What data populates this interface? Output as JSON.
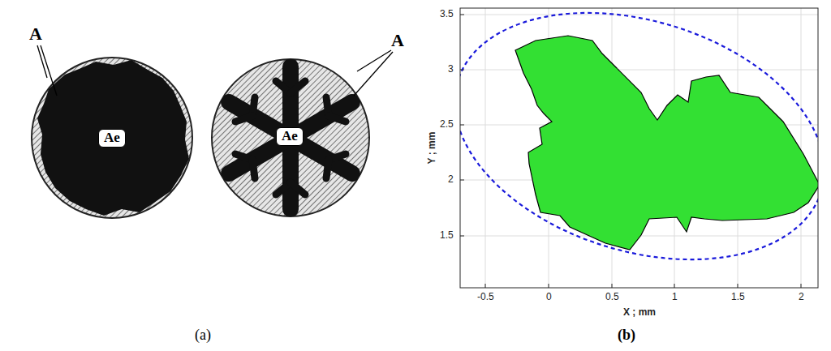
{
  "diagram": {
    "nodes": [
      {
        "text": [
          "Ae"
        ]
      },
      {
        "text": [
          "Ae"
        ]
      }
    ],
    "labels": [
      "A",
      "A",
      "3.5",
      "3",
      "2.5",
      "2",
      "1.5",
      "-0.5",
      "0",
      "0.5",
      "1",
      "1.5",
      "2",
      "Y ; mm",
      "X ; mm",
      "(a)",
      "(b)"
    ]
  }
}
